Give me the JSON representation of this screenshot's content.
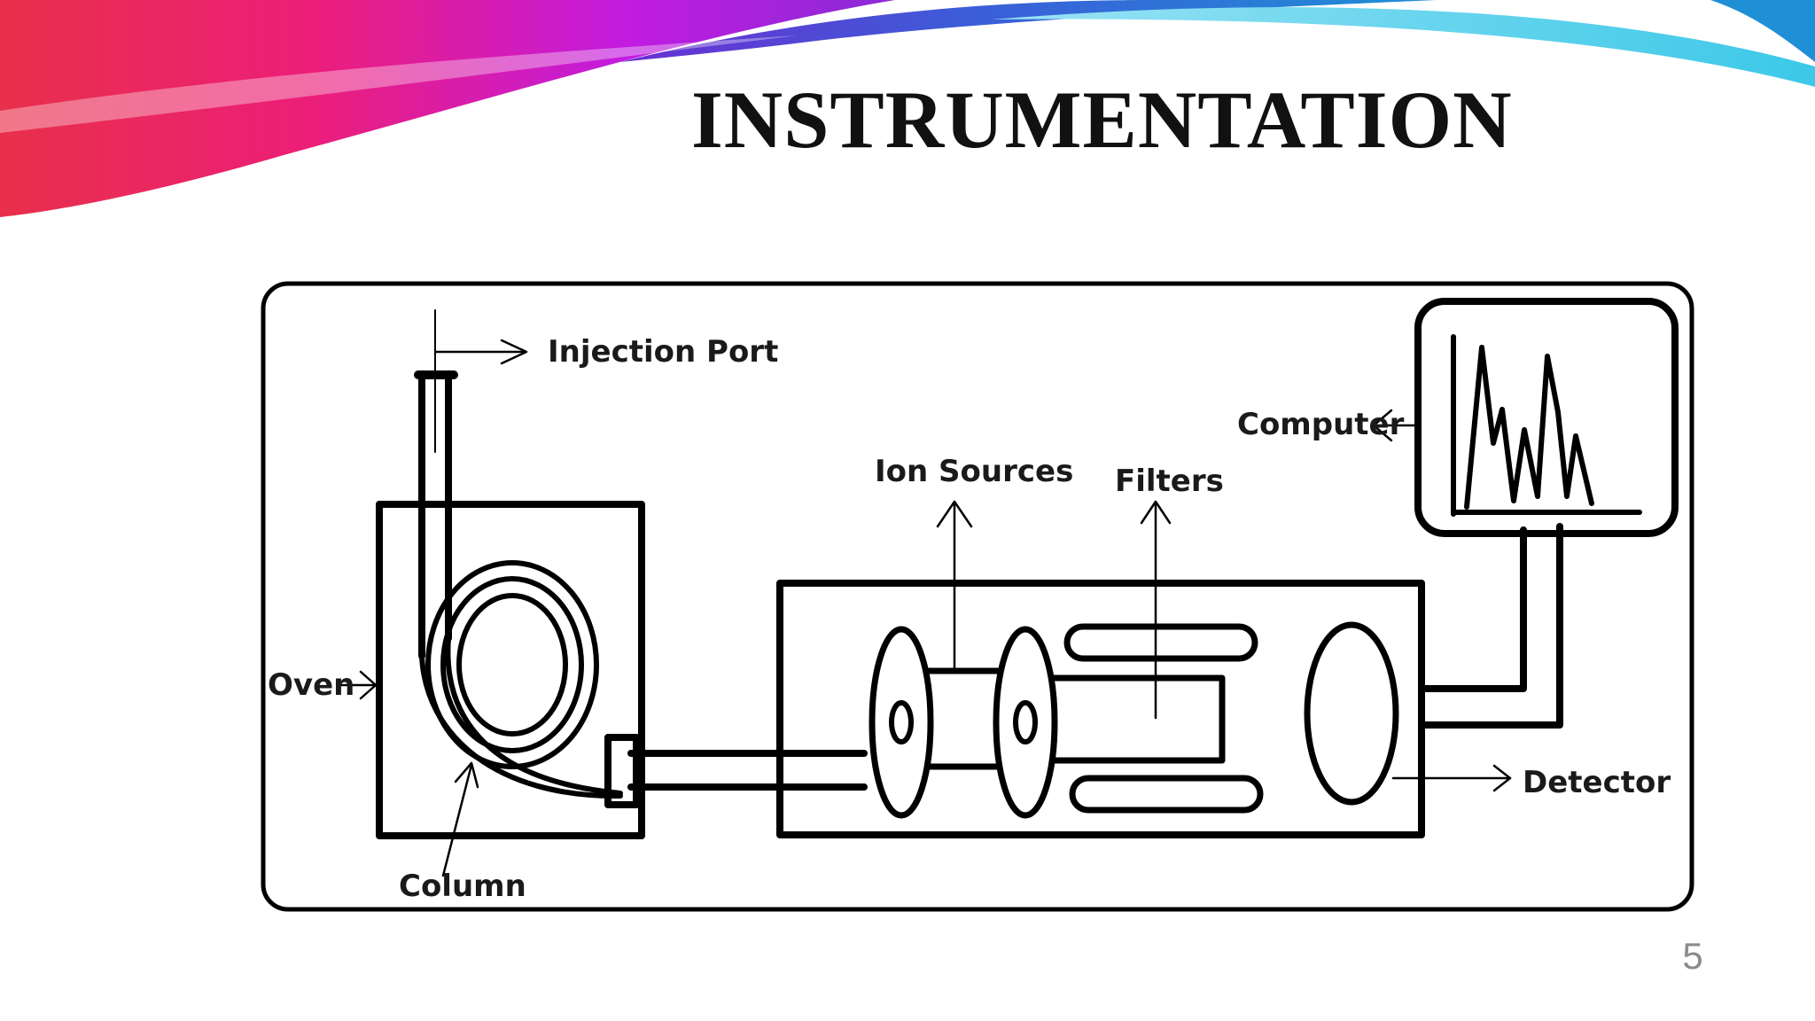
{
  "slide": {
    "title": "INSTRUMENTATION",
    "page_number": "5"
  },
  "diagram": {
    "labels": {
      "injection_port": "Injection Port",
      "oven": "Oven",
      "column": "Column",
      "ion_sources": "Ion Sources",
      "filters": "Filters",
      "computer": "Computer",
      "detector": "Detector"
    }
  },
  "colors": {
    "banner_pink": "#ec1e79",
    "banner_magenta": "#c21ce0",
    "banner_purple": "#7a2cd4",
    "banner_blue": "#1f8fd6",
    "banner_cyan": "#3cc8e8",
    "banner_red": "#e8304a",
    "ink": "#000000"
  }
}
